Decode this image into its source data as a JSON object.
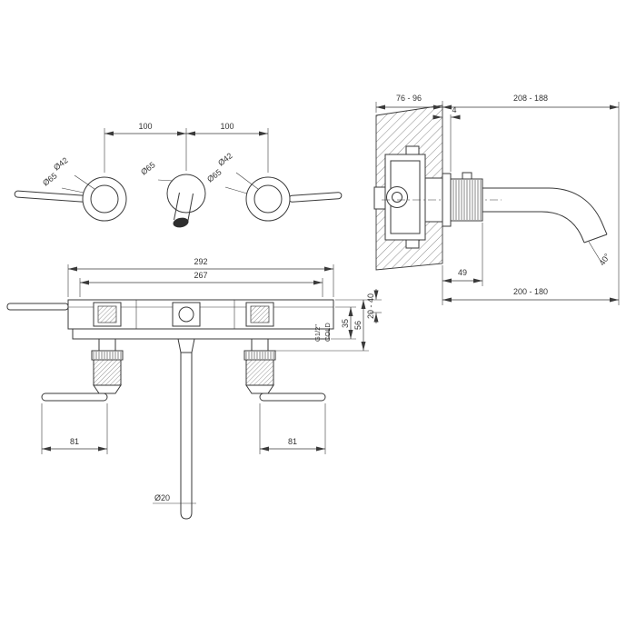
{
  "drawing": {
    "colors": {
      "line": "#3a3a3a",
      "background": "#ffffff",
      "spout_outlet_fill": "#2e2e2e"
    }
  },
  "front_view": {
    "dim_spacing_left": "100",
    "dim_spacing_right": "100",
    "dia_left_inner": "Ø42",
    "dia_left_outer": "Ø65",
    "dia_center": "Ø65",
    "dia_right_inner": "Ø42",
    "dia_right_outer": "Ø65"
  },
  "side_view": {
    "dim_wall_thickness": "76 - 96",
    "dim_flange": "4",
    "dim_spout_total": "208 - 188",
    "dim_trim_depth": "49",
    "dim_spout_reach": "200 - 180",
    "dim_outlet_angle": "40°"
  },
  "plan_view": {
    "dim_overall_width": "292",
    "dim_body_width": "267",
    "label_thread": "G1/2\"",
    "label_cold": "COLD",
    "dim_depth_inner": "35",
    "dim_depth_outer": "56",
    "dim_wall_range": "20 - 40",
    "dim_lever_left": "81",
    "dim_lever_right": "81",
    "dia_spout": "Ø20"
  }
}
